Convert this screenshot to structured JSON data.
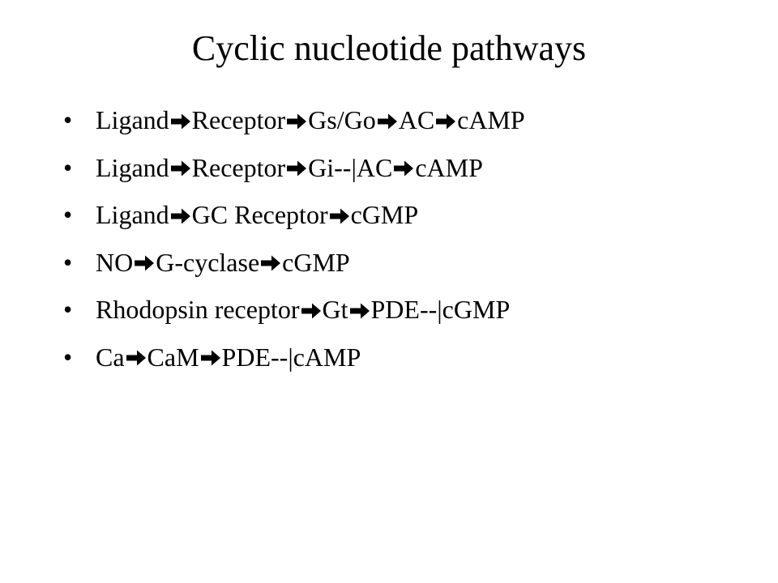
{
  "slide": {
    "title": "Cyclic nucleotide pathways",
    "bullet_glyph": "•",
    "arrow_icon": "right-arrow-icon",
    "pathways": [
      {
        "segments": [
          "Ligand",
          "Receptor",
          "Gs/Go",
          "AC",
          "cAMP"
        ]
      },
      {
        "segments": [
          "Ligand",
          "Receptor",
          "Gi--|AC",
          "cAMP"
        ]
      },
      {
        "segments": [
          "Ligand",
          "GC Receptor",
          "cGMP"
        ]
      },
      {
        "segments": [
          "NO",
          "G-cyclase",
          "cGMP"
        ]
      },
      {
        "segments": [
          "Rhodopsin receptor",
          "Gt",
          "PDE--|cGMP"
        ]
      },
      {
        "segments": [
          "Ca",
          "CaM",
          "PDE--|cAMP"
        ]
      }
    ]
  }
}
